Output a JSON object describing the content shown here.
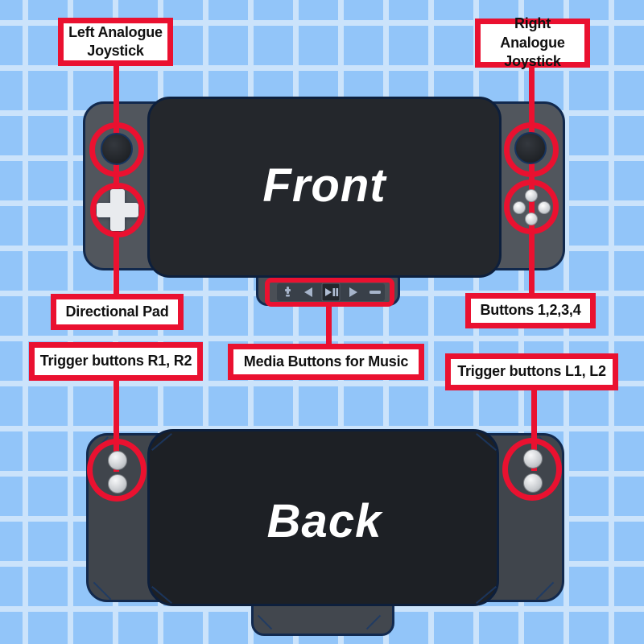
{
  "views": {
    "front": {
      "title": "Front"
    },
    "back": {
      "title": "Back"
    }
  },
  "callouts": {
    "left_joystick": {
      "line1": "Left Analogue",
      "line2": "Joystick"
    },
    "right_joystick": {
      "line1": "Right Analogue",
      "line2": "Joystick"
    },
    "dpad": {
      "text": "Directional Pad"
    },
    "buttons": {
      "text": "Buttons 1,2,3,4"
    },
    "media": {
      "text": "Media Buttons for Music"
    },
    "trigger_r": {
      "text": "Trigger buttons R1, R2"
    },
    "trigger_l": {
      "text": "Trigger buttons L1, L2"
    }
  },
  "media_bar": {
    "icons": [
      "dpad-mini-icon",
      "previous-icon",
      "play-pause-icon",
      "next-icon",
      "minus-icon"
    ]
  },
  "colors": {
    "accent_red": "#ea1130",
    "grid_bg": "#92c5f9",
    "grid_line": "#cbe3fb",
    "body_front": "#51565d",
    "body_back": "#40454c",
    "screen_front": "#24272c",
    "screen_back": "#1d2025",
    "label_bg": "#ffffff",
    "label_text": "#111111"
  }
}
